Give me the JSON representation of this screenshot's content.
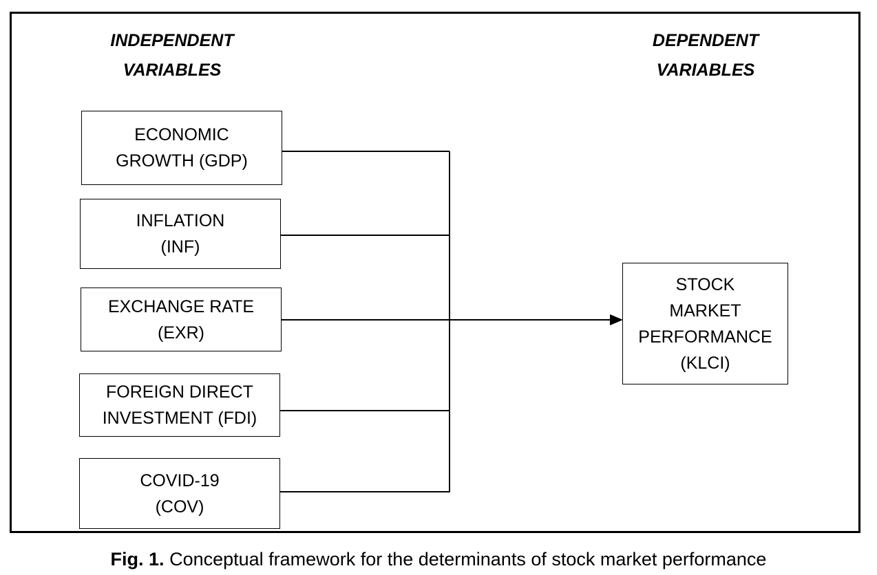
{
  "headings": {
    "independent": "INDEPENDENT\nVARIABLES",
    "dependent": "DEPENDENT\nVARIABLES"
  },
  "independent_variables": [
    {
      "id": "gdp",
      "label": "ECONOMIC\nGROWTH (GDP)"
    },
    {
      "id": "inf",
      "label": "INFLATION\n(INF)"
    },
    {
      "id": "exr",
      "label": "EXCHANGE RATE\n(EXR)"
    },
    {
      "id": "fdi",
      "label": "FOREIGN DIRECT\nINVESTMENT (FDI)"
    },
    {
      "id": "cov",
      "label": "COVID-19\n(COV)"
    }
  ],
  "dependent_variable": {
    "id": "klci",
    "label": "STOCK\nMARKET\nPERFORMANCE\n(KLCI)"
  },
  "caption": {
    "label": "Fig. 1.",
    "text": "Conceptual framework for the determinants of stock market performance"
  },
  "colors": {
    "line": "#000000",
    "background": "#ffffff"
  }
}
